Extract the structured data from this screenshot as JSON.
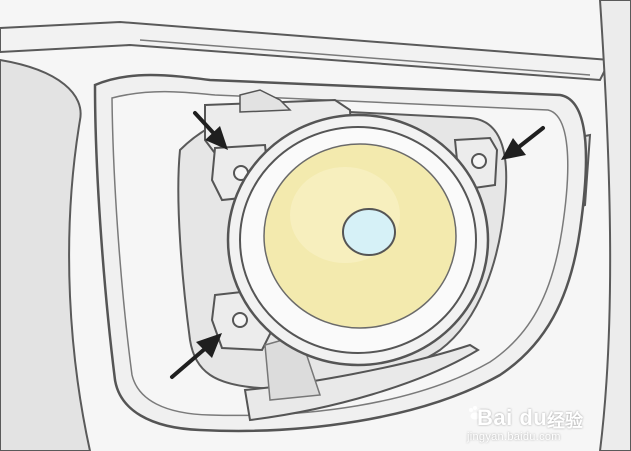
{
  "scene": {
    "colors": {
      "outline": "#555555",
      "housing": "#ededed",
      "bumper": "#f4f4f4",
      "shadow": "#cfcfcf",
      "lens_ring": "#f2f2f2",
      "lens": "#f3eaae",
      "lens_glow": "#f7f0c2",
      "bulb": "#d6f1f7",
      "arrow": "#1f1f1f"
    },
    "icons": [
      "arrow-icon",
      "arrow-icon",
      "arrow-icon"
    ]
  },
  "watermark": {
    "logo": "Bai du",
    "brand": "经验",
    "url": "jingyan.baidu.com"
  }
}
